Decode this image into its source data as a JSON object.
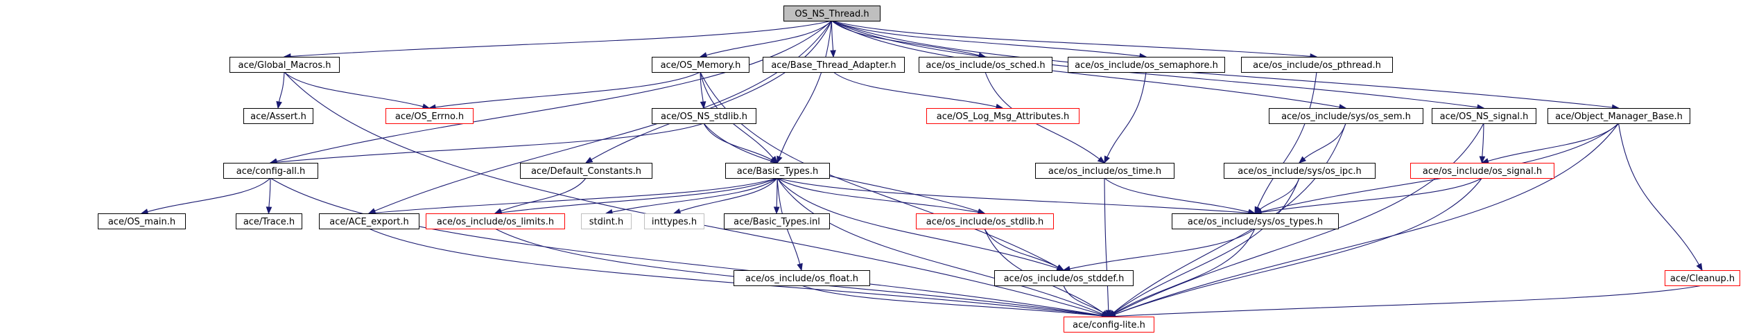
{
  "colors": {
    "edge": "#191970",
    "border_normal": "#000000",
    "border_incomplete": "#ff0000",
    "border_system": "#bfbfbf",
    "root_fill": "#bfbfbf",
    "node_fill": "#ffffff"
  },
  "nodes": [
    {
      "id": "os_ns_thread",
      "label": "OS_NS_Thread.h",
      "kind": "root"
    },
    {
      "id": "global_macros",
      "label": "ace/Global_Macros.h",
      "kind": "normal"
    },
    {
      "id": "os_memory",
      "label": "ace/OS_Memory.h",
      "kind": "normal"
    },
    {
      "id": "base_thread_adapter",
      "label": "ace/Base_Thread_Adapter.h",
      "kind": "normal"
    },
    {
      "id": "os_sched",
      "label": "ace/os_include/os_sched.h",
      "kind": "normal"
    },
    {
      "id": "os_semaphore",
      "label": "ace/os_include/os_semaphore.h",
      "kind": "normal"
    },
    {
      "id": "os_pthread",
      "label": "ace/os_include/os_pthread.h",
      "kind": "normal"
    },
    {
      "id": "assert",
      "label": "ace/Assert.h",
      "kind": "normal"
    },
    {
      "id": "os_errno",
      "label": "ace/OS_Errno.h",
      "kind": "incomplete"
    },
    {
      "id": "os_ns_stdlib",
      "label": "ace/OS_NS_stdlib.h",
      "kind": "normal"
    },
    {
      "id": "os_log_msg_attr",
      "label": "ace/OS_Log_Msg_Attributes.h",
      "kind": "incomplete"
    },
    {
      "id": "sys_os_sem",
      "label": "ace/os_include/sys/os_sem.h",
      "kind": "normal"
    },
    {
      "id": "os_ns_signal",
      "label": "ace/OS_NS_signal.h",
      "kind": "normal"
    },
    {
      "id": "object_manager_base",
      "label": "ace/Object_Manager_Base.h",
      "kind": "normal"
    },
    {
      "id": "config_all",
      "label": "ace/config-all.h",
      "kind": "normal"
    },
    {
      "id": "default_constants",
      "label": "ace/Default_Constants.h",
      "kind": "normal"
    },
    {
      "id": "basic_types",
      "label": "ace/Basic_Types.h",
      "kind": "normal"
    },
    {
      "id": "os_time",
      "label": "ace/os_include/os_time.h",
      "kind": "normal"
    },
    {
      "id": "sys_os_ipc",
      "label": "ace/os_include/sys/os_ipc.h",
      "kind": "normal"
    },
    {
      "id": "os_signal",
      "label": "ace/os_include/os_signal.h",
      "kind": "incomplete"
    },
    {
      "id": "os_main",
      "label": "ace/OS_main.h",
      "kind": "normal"
    },
    {
      "id": "trace",
      "label": "ace/Trace.h",
      "kind": "normal"
    },
    {
      "id": "ace_export",
      "label": "ace/ACE_export.h",
      "kind": "normal"
    },
    {
      "id": "os_limits",
      "label": "ace/os_include/os_limits.h",
      "kind": "incomplete"
    },
    {
      "id": "stdint",
      "label": "stdint.h",
      "kind": "system"
    },
    {
      "id": "inttypes",
      "label": "inttypes.h",
      "kind": "system"
    },
    {
      "id": "basic_types_inl",
      "label": "ace/Basic_Types.inl",
      "kind": "normal"
    },
    {
      "id": "os_stdlib",
      "label": "ace/os_include/os_stdlib.h",
      "kind": "incomplete"
    },
    {
      "id": "sys_os_types",
      "label": "ace/os_include/sys/os_types.h",
      "kind": "normal"
    },
    {
      "id": "os_float",
      "label": "ace/os_include/os_float.h",
      "kind": "normal"
    },
    {
      "id": "os_stddef",
      "label": "ace/os_include/os_stddef.h",
      "kind": "normal"
    },
    {
      "id": "cleanup",
      "label": "ace/Cleanup.h",
      "kind": "incomplete"
    },
    {
      "id": "config_lite",
      "label": "ace/config-lite.h",
      "kind": "incomplete"
    }
  ],
  "edges": [
    [
      "os_ns_thread",
      "global_macros"
    ],
    [
      "os_ns_thread",
      "os_memory"
    ],
    [
      "os_ns_thread",
      "base_thread_adapter"
    ],
    [
      "os_ns_thread",
      "os_sched"
    ],
    [
      "os_ns_thread",
      "os_semaphore"
    ],
    [
      "os_ns_thread",
      "os_pthread"
    ],
    [
      "os_ns_thread",
      "sys_os_sem"
    ],
    [
      "os_ns_thread",
      "os_ns_signal"
    ],
    [
      "os_ns_thread",
      "object_manager_base"
    ],
    [
      "os_ns_thread",
      "config_all"
    ],
    [
      "os_ns_thread",
      "default_constants"
    ],
    [
      "os_ns_thread",
      "basic_types"
    ],
    [
      "os_ns_thread",
      "ace_export"
    ],
    [
      "global_macros",
      "assert"
    ],
    [
      "global_macros",
      "os_errno"
    ],
    [
      "global_macros",
      "config_lite"
    ],
    [
      "os_memory",
      "os_errno"
    ],
    [
      "os_memory",
      "os_ns_stdlib"
    ],
    [
      "os_memory",
      "basic_types"
    ],
    [
      "os_memory",
      "os_stddef"
    ],
    [
      "base_thread_adapter",
      "os_log_msg_attr"
    ],
    [
      "os_sched",
      "os_time"
    ],
    [
      "os_semaphore",
      "os_time"
    ],
    [
      "os_pthread",
      "sys_os_types"
    ],
    [
      "os_ns_stdlib",
      "config_all"
    ],
    [
      "os_ns_stdlib",
      "basic_types"
    ],
    [
      "os_ns_stdlib",
      "os_stdlib"
    ],
    [
      "sys_os_sem",
      "sys_os_ipc"
    ],
    [
      "sys_os_sem",
      "config_lite"
    ],
    [
      "os_ns_signal",
      "os_signal"
    ],
    [
      "os_ns_signal",
      "config_lite"
    ],
    [
      "object_manager_base",
      "os_signal"
    ],
    [
      "object_manager_base",
      "sys_os_types"
    ],
    [
      "object_manager_base",
      "cleanup"
    ],
    [
      "object_manager_base",
      "config_lite"
    ],
    [
      "config_all",
      "os_main"
    ],
    [
      "config_all",
      "trace"
    ],
    [
      "config_all",
      "config_lite"
    ],
    [
      "default_constants",
      "os_limits"
    ],
    [
      "basic_types",
      "ace_export"
    ],
    [
      "basic_types",
      "os_limits"
    ],
    [
      "basic_types",
      "stdint"
    ],
    [
      "basic_types",
      "inttypes"
    ],
    [
      "basic_types",
      "basic_types_inl"
    ],
    [
      "basic_types",
      "os_stdlib"
    ],
    [
      "basic_types",
      "sys_os_types"
    ],
    [
      "basic_types",
      "os_float"
    ],
    [
      "basic_types",
      "os_stddef"
    ],
    [
      "basic_types",
      "config_lite"
    ],
    [
      "os_time",
      "sys_os_types"
    ],
    [
      "os_time",
      "config_lite"
    ],
    [
      "sys_os_ipc",
      "sys_os_types"
    ],
    [
      "sys_os_ipc",
      "config_lite"
    ],
    [
      "os_signal",
      "sys_os_types"
    ],
    [
      "os_signal",
      "config_lite"
    ],
    [
      "ace_export",
      "config_lite"
    ],
    [
      "os_limits",
      "config_lite"
    ],
    [
      "os_stdlib",
      "os_stddef"
    ],
    [
      "os_stdlib",
      "config_lite"
    ],
    [
      "sys_os_types",
      "os_stddef"
    ],
    [
      "sys_os_types",
      "config_lite"
    ],
    [
      "os_float",
      "config_lite"
    ],
    [
      "os_stddef",
      "config_lite"
    ],
    [
      "cleanup",
      "config_lite"
    ]
  ]
}
